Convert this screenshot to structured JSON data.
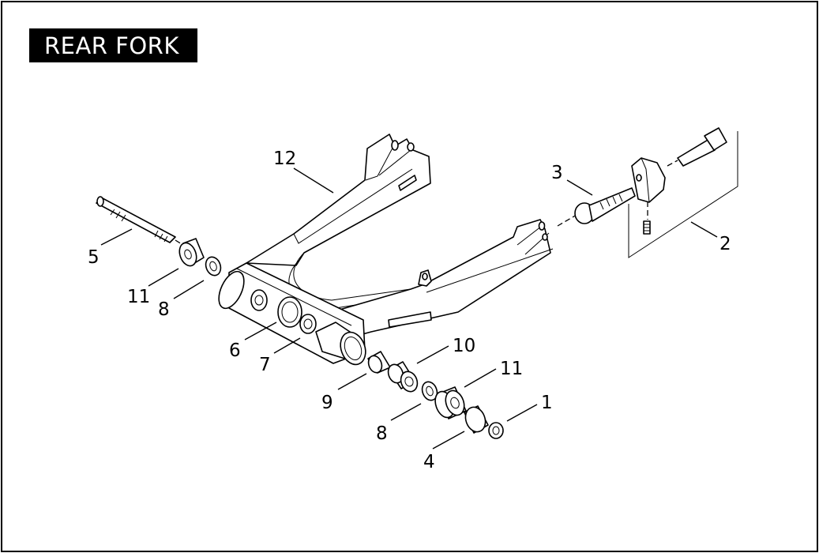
{
  "title": "REAR FORK",
  "callouts": {
    "c1": "1",
    "c2": "2",
    "c3": "3",
    "c4": "4",
    "c5": "5",
    "c6": "6",
    "c7": "7",
    "c8a": "8",
    "c8b": "8",
    "c9": "9",
    "c10": "10",
    "c11a": "11",
    "c11b": "11",
    "c12": "12"
  }
}
